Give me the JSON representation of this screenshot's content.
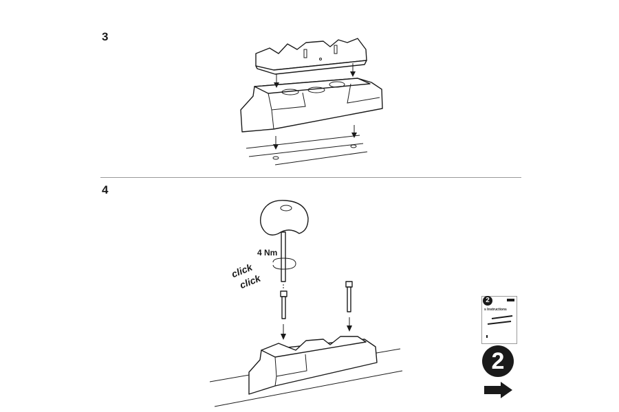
{
  "steps": [
    {
      "number": "3"
    },
    {
      "number": "4"
    }
  ],
  "annotations": {
    "torque": "4 Nm",
    "click_1": "click",
    "click_2": "click"
  },
  "navigation": {
    "booklet_number": "2",
    "booklet_title": "s Instructions",
    "next_number": "2",
    "next_icon": "arrow-right-icon"
  },
  "colors": {
    "ink": "#1a1a1a",
    "divider": "#999999"
  }
}
